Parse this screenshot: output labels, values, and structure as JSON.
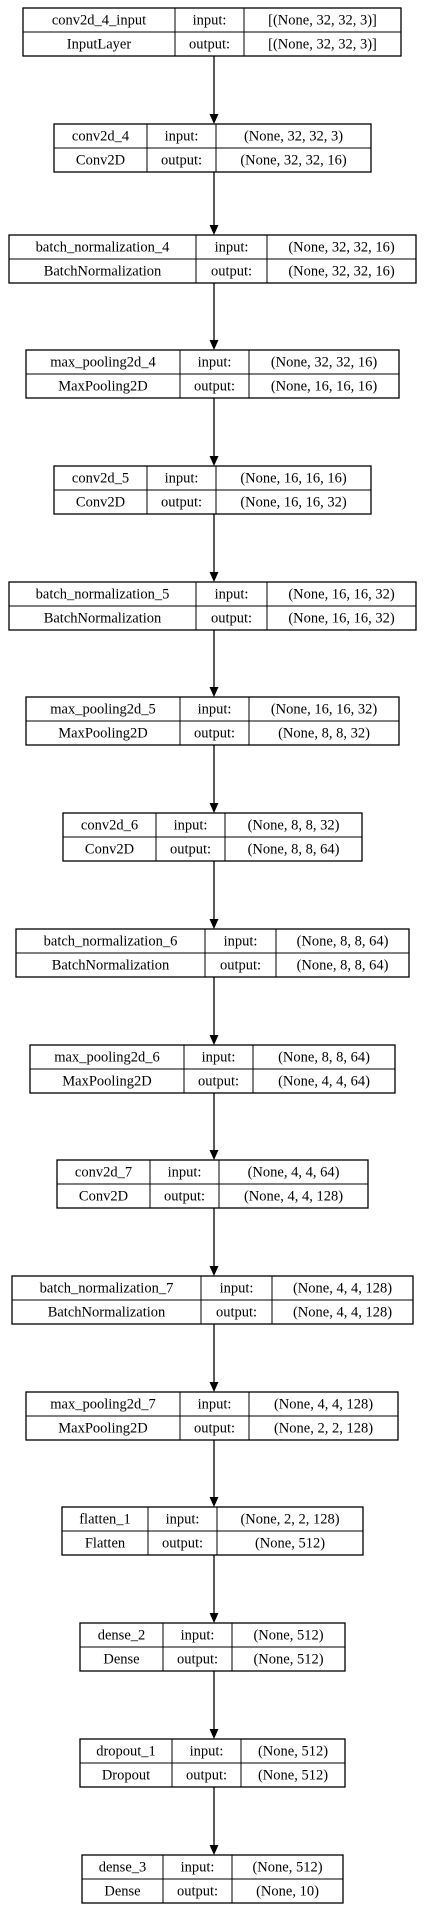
{
  "diagram": {
    "header_labels": {
      "input": "input:",
      "output": "output:"
    },
    "nodes": [
      {
        "id": "conv2d_4_input",
        "name": "conv2d_4_input",
        "type": "InputLayer",
        "input": "[(None, 32, 32, 3)]",
        "output": "[(None, 32, 32, 3)]"
      },
      {
        "id": "conv2d_4",
        "name": "conv2d_4",
        "type": "Conv2D",
        "input": "(None, 32, 32, 3)",
        "output": "(None, 32, 32, 16)"
      },
      {
        "id": "batch_normalization_4",
        "name": "batch_normalization_4",
        "type": "BatchNormalization",
        "input": "(None, 32, 32, 16)",
        "output": "(None, 32, 32, 16)"
      },
      {
        "id": "max_pooling2d_4",
        "name": "max_pooling2d_4",
        "type": "MaxPooling2D",
        "input": "(None, 32, 32, 16)",
        "output": "(None, 16, 16, 16)"
      },
      {
        "id": "conv2d_5",
        "name": "conv2d_5",
        "type": "Conv2D",
        "input": "(None, 16, 16, 16)",
        "output": "(None, 16, 16, 32)"
      },
      {
        "id": "batch_normalization_5",
        "name": "batch_normalization_5",
        "type": "BatchNormalization",
        "input": "(None, 16, 16, 32)",
        "output": "(None, 16, 16, 32)"
      },
      {
        "id": "max_pooling2d_5",
        "name": "max_pooling2d_5",
        "type": "MaxPooling2D",
        "input": "(None, 16, 16, 32)",
        "output": "(None, 8, 8, 32)"
      },
      {
        "id": "conv2d_6",
        "name": "conv2d_6",
        "type": "Conv2D",
        "input": "(None, 8, 8, 32)",
        "output": "(None, 8, 8, 64)"
      },
      {
        "id": "batch_normalization_6",
        "name": "batch_normalization_6",
        "type": "BatchNormalization",
        "input": "(None, 8, 8, 64)",
        "output": "(None, 8, 8, 64)"
      },
      {
        "id": "max_pooling2d_6",
        "name": "max_pooling2d_6",
        "type": "MaxPooling2D",
        "input": "(None, 8, 8, 64)",
        "output": "(None, 4, 4, 64)"
      },
      {
        "id": "conv2d_7",
        "name": "conv2d_7",
        "type": "Conv2D",
        "input": "(None, 4, 4, 64)",
        "output": "(None, 4, 4, 128)"
      },
      {
        "id": "batch_normalization_7",
        "name": "batch_normalization_7",
        "type": "BatchNormalization",
        "input": "(None, 4, 4, 128)",
        "output": "(None, 4, 4, 128)"
      },
      {
        "id": "max_pooling2d_7",
        "name": "max_pooling2d_7",
        "type": "MaxPooling2D",
        "input": "(None, 4, 4, 128)",
        "output": "(None, 2, 2, 128)"
      },
      {
        "id": "flatten_1",
        "name": "flatten_1",
        "type": "Flatten",
        "input": "(None, 2, 2, 128)",
        "output": "(None, 512)"
      },
      {
        "id": "dense_2",
        "name": "dense_2",
        "type": "Dense",
        "input": "(None, 512)",
        "output": "(None, 512)"
      },
      {
        "id": "dropout_1",
        "name": "dropout_1",
        "type": "Dropout",
        "input": "(None, 512)",
        "output": "(None, 512)"
      },
      {
        "id": "dense_3",
        "name": "dense_3",
        "type": "Dense",
        "input": "(None, 512)",
        "output": "(None, 10)"
      }
    ]
  }
}
